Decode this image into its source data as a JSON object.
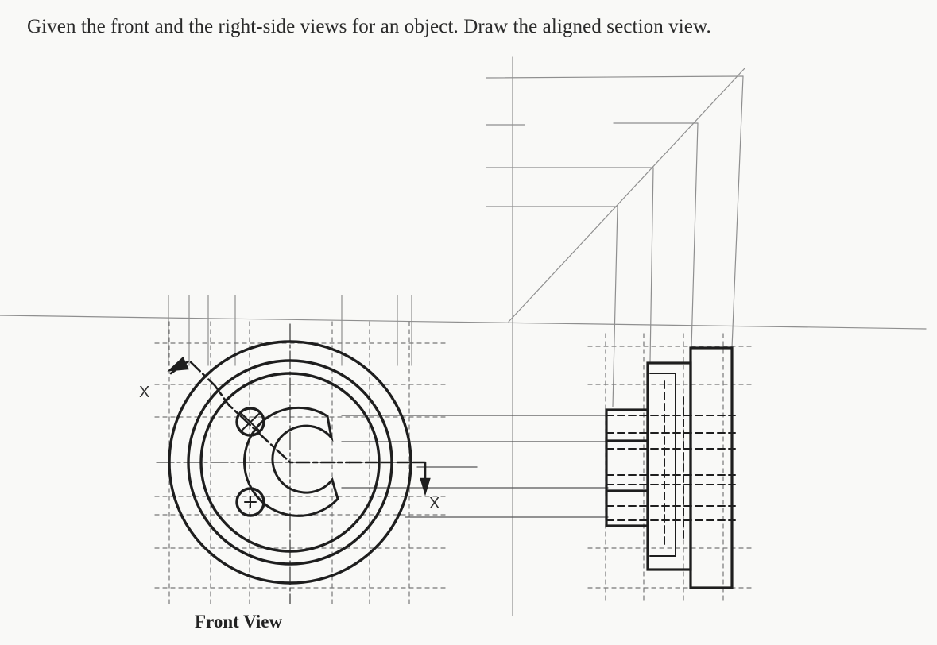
{
  "instruction": "Given the front and the right-side views for an object. Draw the aligned section view.",
  "front_view_label": "Front View",
  "cutting_plane_label": "X",
  "colors": {
    "ink": "#1e1e1e",
    "construction": "#8a8a8a",
    "paper": "#f9f9f7"
  }
}
